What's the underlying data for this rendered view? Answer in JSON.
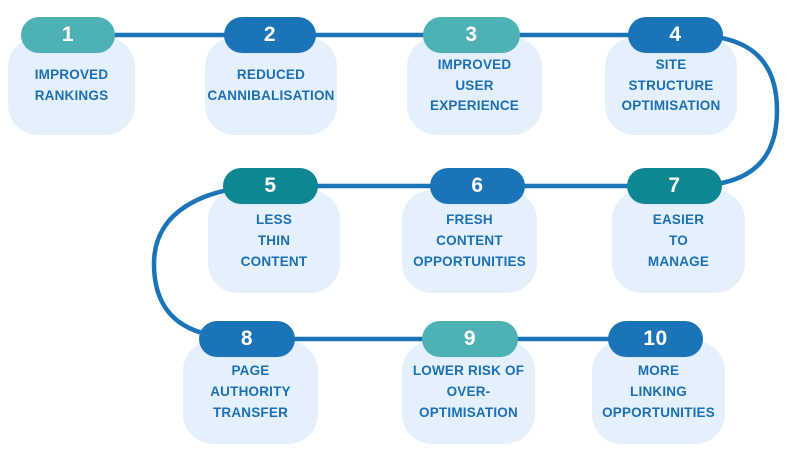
{
  "diagram": {
    "type": "numbered-snake-flow",
    "colors": {
      "connector": "#1B74B8",
      "card_bg": "#E4F0FC",
      "label_text": "#1B6FB4",
      "pill_text": "#FFFFFF",
      "pill_teal_light": "#4DB1B5",
      "pill_blue": "#1B74B8",
      "pill_teal_dark": "#0E8793"
    },
    "steps": [
      {
        "number": "1",
        "label": "IMPROVED\nRANKINGS",
        "pill_color": "#4DB1B5"
      },
      {
        "number": "2",
        "label": "REDUCED\nCANNIBALISATION",
        "pill_color": "#1B74B8"
      },
      {
        "number": "3",
        "label": "IMPROVED\nUSER\nEXPERIENCE",
        "pill_color": "#4DB1B5"
      },
      {
        "number": "4",
        "label": "SITE\nSTRUCTURE\nOPTIMISATION",
        "pill_color": "#1B74B8"
      },
      {
        "number": "5",
        "label": "LESS\nTHIN\nCONTENT",
        "pill_color": "#0E8793"
      },
      {
        "number": "6",
        "label": "FRESH\nCONTENT\nOPPORTUNITIES",
        "pill_color": "#1B74B8"
      },
      {
        "number": "7",
        "label": "EASIER\nTO\nMANAGE",
        "pill_color": "#0E8793"
      },
      {
        "number": "8",
        "label": "PAGE\nAUTHORITY\nTRANSFER",
        "pill_color": "#1B74B8"
      },
      {
        "number": "9",
        "label": "LOWER RISK OF\nOVER-\nOPTIMISATION",
        "pill_color": "#4DB1B5"
      },
      {
        "number": "10",
        "label": "MORE\nLINKING\nOPPORTUNITIES",
        "pill_color": "#1B74B8"
      }
    ]
  }
}
